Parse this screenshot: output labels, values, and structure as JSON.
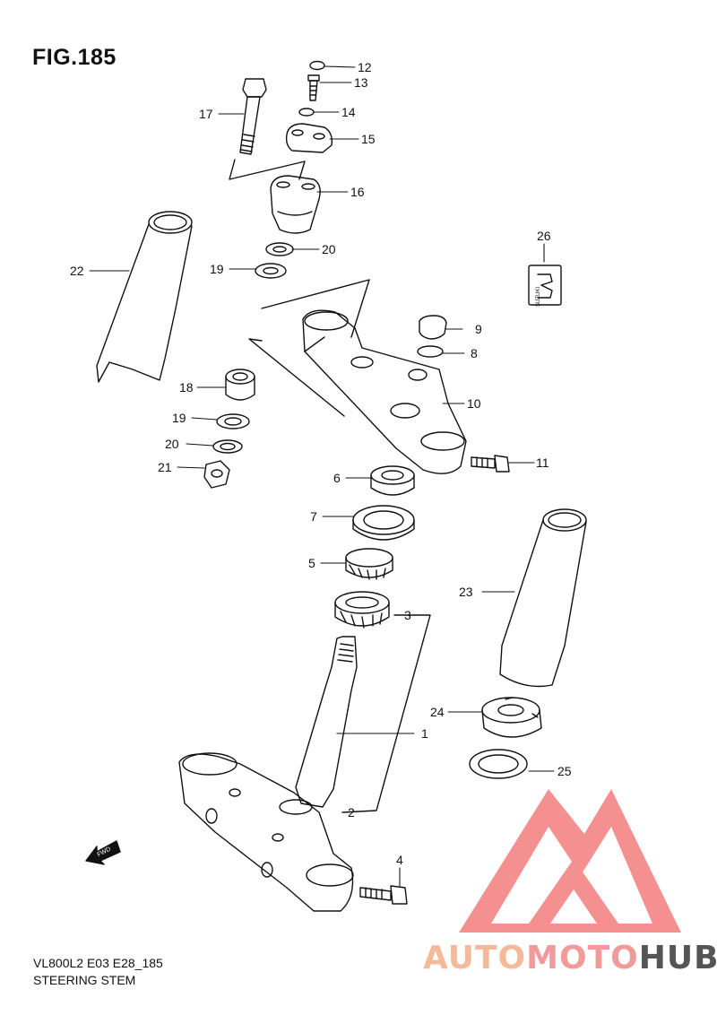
{
  "figure": {
    "title": "FIG.185",
    "model_code": "VL800L2 E03 E28_185",
    "caption": "STEERING STEM"
  },
  "fwd_label": "FWD",
  "emblem_text": "SUZUKI",
  "callouts": [
    {
      "id": "12"
    },
    {
      "id": "13"
    },
    {
      "id": "14"
    },
    {
      "id": "15"
    },
    {
      "id": "16"
    },
    {
      "id": "17"
    },
    {
      "id": "20"
    },
    {
      "id": "19"
    },
    {
      "id": "22"
    },
    {
      "id": "26"
    },
    {
      "id": "9"
    },
    {
      "id": "8"
    },
    {
      "id": "10"
    },
    {
      "id": "18"
    },
    {
      "id": "19"
    },
    {
      "id": "20"
    },
    {
      "id": "21"
    },
    {
      "id": "11"
    },
    {
      "id": "6"
    },
    {
      "id": "7"
    },
    {
      "id": "5"
    },
    {
      "id": "3"
    },
    {
      "id": "23"
    },
    {
      "id": "24"
    },
    {
      "id": "1"
    },
    {
      "id": "25"
    },
    {
      "id": "2"
    },
    {
      "id": "4"
    }
  ],
  "watermark": {
    "word_a": "AUTO",
    "word_b": "MOTO",
    "word_c": "HUB",
    "color_a": "#f5b99a",
    "color_b": "#f29a9a",
    "color_c": "#555555",
    "logo_color": "#f26b6b"
  }
}
